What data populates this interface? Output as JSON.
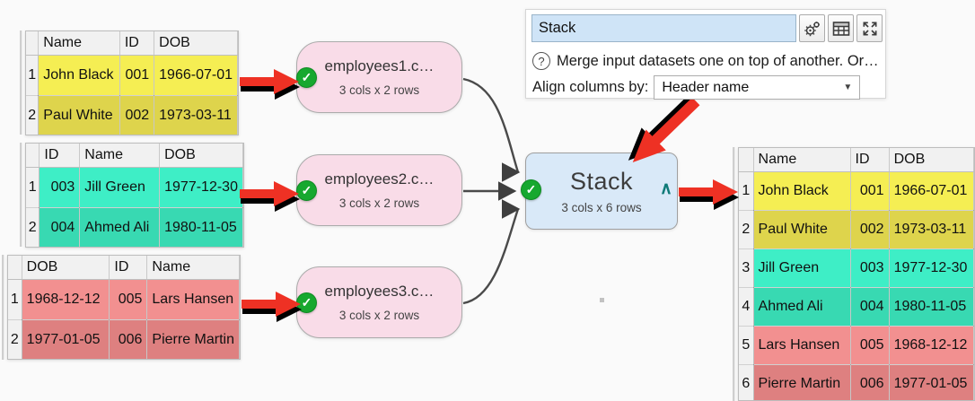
{
  "panel": {
    "name_value": "Stack",
    "gear_button": "settings",
    "table_button": "show-table",
    "expand_button": "maximize",
    "help_text": "Merge input datasets one on top of another. Or…",
    "align_label": "Align columns by:",
    "align_value": "Header name"
  },
  "nodes": [
    {
      "label": "employees1.c…",
      "sub": "3 cols x 2 rows"
    },
    {
      "label": "employees2.c…",
      "sub": "3 cols x 2 rows"
    },
    {
      "label": "employees3.c…",
      "sub": "3 cols x 2 rows"
    }
  ],
  "stack_node": {
    "title": "Stack",
    "sub": "3 cols x 6 rows",
    "caret": "∧"
  },
  "input_tables": [
    {
      "columns": [
        "Name",
        "ID",
        "DOB"
      ],
      "rows": [
        [
          "John Black",
          "001",
          "1966-07-01"
        ],
        [
          "Paul White",
          "002",
          "1973-03-11"
        ]
      ],
      "row_colors": [
        "#f5ee53",
        "#ded44c"
      ]
    },
    {
      "columns": [
        "ID",
        "Name",
        "DOB"
      ],
      "rows": [
        [
          "003",
          "Jill Green",
          "1977-12-30"
        ],
        [
          "004",
          "Ahmed Ali",
          "1980-11-05"
        ]
      ],
      "row_colors": [
        "#3eeec6",
        "#38d9b2"
      ]
    },
    {
      "columns": [
        "DOB",
        "ID",
        "Name"
      ],
      "rows": [
        [
          "1968-12-12",
          "005",
          "Lars Hansen"
        ],
        [
          "1977-01-05",
          "006",
          "Pierre Martin"
        ]
      ],
      "row_colors": [
        "#f29090",
        "#de8080"
      ]
    }
  ],
  "output_table": {
    "columns": [
      "Name",
      "ID",
      "DOB"
    ],
    "rows": [
      [
        "John Black",
        "001",
        "1966-07-01"
      ],
      [
        "Paul White",
        "002",
        "1973-03-11"
      ],
      [
        "Jill Green",
        "003",
        "1977-12-30"
      ],
      [
        "Ahmed Ali",
        "004",
        "1980-11-05"
      ],
      [
        "Lars Hansen",
        "005",
        "1968-12-12"
      ],
      [
        "Pierre Martin",
        "006",
        "1977-01-05"
      ]
    ],
    "row_colors": [
      "#f5ee53",
      "#ded44c",
      "#3eeec6",
      "#38d9b2",
      "#f29090",
      "#de8080"
    ]
  },
  "colors": {
    "node_pink": "#f9dce8",
    "stack_blue": "#d9e9f8",
    "check_green": "#17a82f",
    "red_arrow": "#ee3124",
    "connector_gray": "#4a4a4a",
    "caret_teal": "#0e7a78",
    "name_field_blue": "#cfe4f7"
  },
  "checkmark": "✓"
}
